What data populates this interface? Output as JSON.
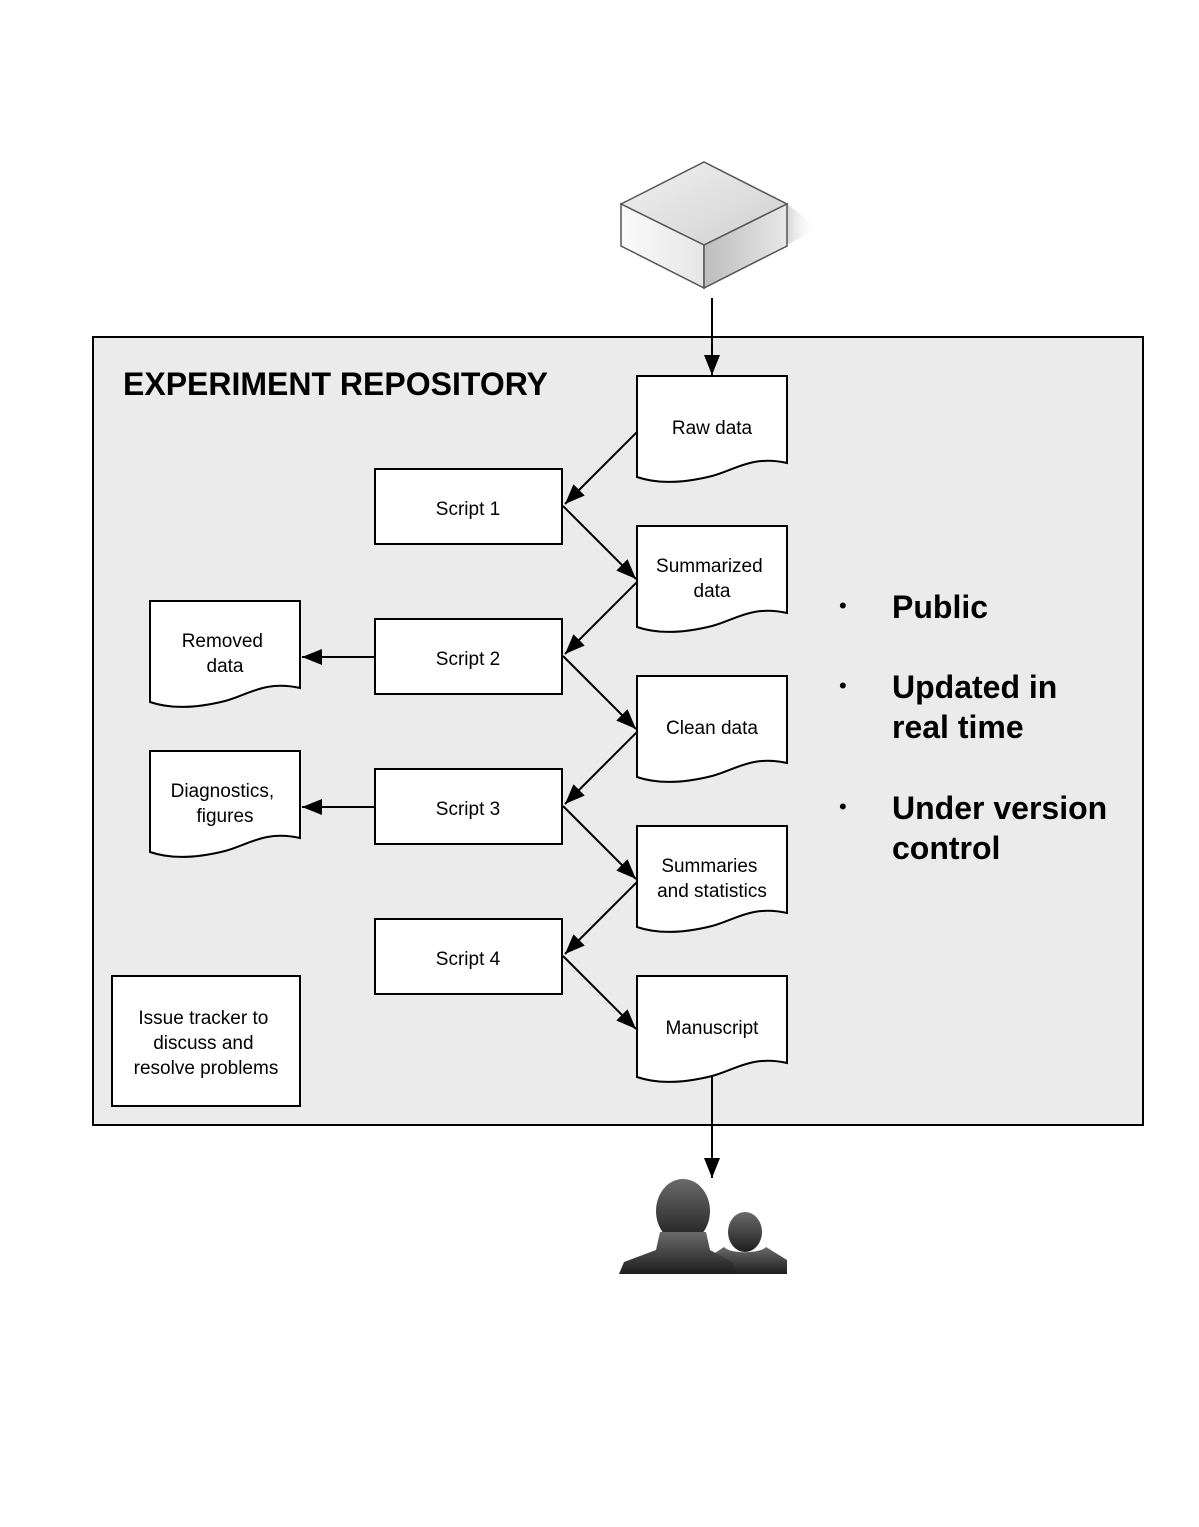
{
  "repository": {
    "title": "EXPERIMENT REPOSITORY"
  },
  "source_icon": "database-box-icon",
  "audience_icon": "people-icon",
  "documents": {
    "raw_data": [
      "Raw data"
    ],
    "summarized_data": [
      "Summarized",
      "data"
    ],
    "clean_data": [
      "Clean data"
    ],
    "summaries_statistics": [
      "Summaries",
      "and statistics"
    ],
    "manuscript": [
      "Manuscript"
    ],
    "removed_data": [
      "Removed",
      "data"
    ],
    "diagnostics_figures": [
      "Diagnostics,",
      "figures"
    ]
  },
  "scripts": {
    "script1": "Script 1",
    "script2": "Script 2",
    "script3": "Script 3",
    "script4": "Script 4"
  },
  "issue_tracker": [
    "Issue tracker to",
    "discuss and",
    "resolve problems"
  ],
  "bullets": [
    {
      "lines": [
        "Public"
      ]
    },
    {
      "lines": [
        "Updated in",
        "real time"
      ]
    },
    {
      "lines": [
        "Under version",
        "control"
      ]
    }
  ],
  "bullet_glyph": "•",
  "colors": {
    "repository_fill": "#ebebeb",
    "stroke": "#000000"
  }
}
